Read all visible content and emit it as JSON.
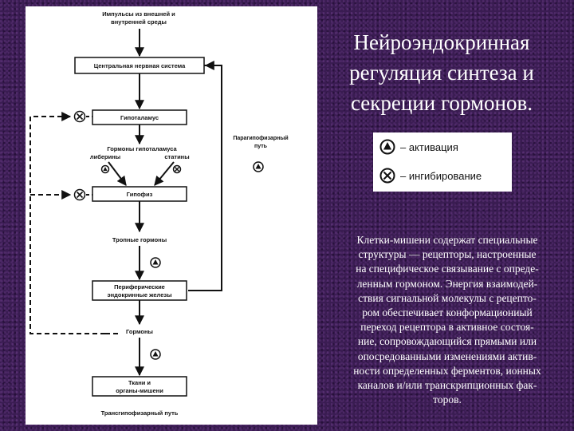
{
  "title": {
    "lines": [
      "Нейроэндокринная",
      "регуляция синтеза и",
      "секреции гормонов."
    ]
  },
  "legend": {
    "activation": "– активация",
    "inhibition": "– ингибирование"
  },
  "diagram": {
    "top_label": [
      "Импульсы из внешней и",
      "внутренней среды"
    ],
    "cns": "Центральная нервная система",
    "hypothalamus": "Гипоталамус",
    "hypo_hormones": "Гормоны гипоталамуса",
    "liberins": "либерины",
    "statins": "статины",
    "pituitary": "Гипофиз",
    "tropic": "Тропные гормоны",
    "peripheral": [
      "Периферические",
      "эндокринные железы"
    ],
    "hormones": "Гормоны",
    "targets": [
      "Ткани и",
      "органы-мишени"
    ],
    "parapituitary": [
      "Парагипофизарный",
      "путь"
    ],
    "transpituitary": "Трансгипофизарный путь"
  },
  "body": {
    "lines": [
      "Клетки-мишени содержат специальные",
      "структуры — рецепторы, настроенные",
      "на специфическое связывание с опреде-",
      "ленным гормоном. Энергия взаимодей-",
      "ствия сигнальной молекулы с рецепто-",
      "ром обеспечивает конформациониый",
      "переход рецептора в активное состоя-",
      "ние, сопровождающийся прямыми или",
      "опосредованными изменениями актив-",
      "ности определенных ферментов, ионных",
      "каналов и/или транскрипционных фак-",
      "торов."
    ]
  }
}
